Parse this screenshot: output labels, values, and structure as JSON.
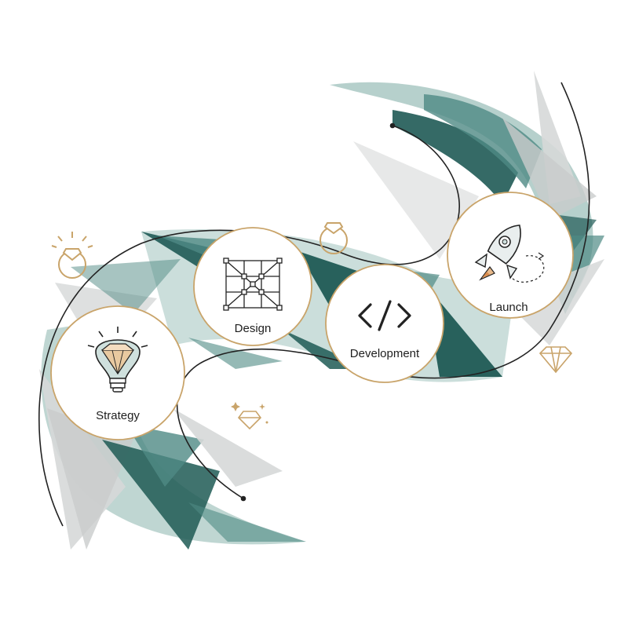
{
  "stages": [
    {
      "id": "strategy",
      "label": "Strategy",
      "icon": "lightbulb-diamond-icon"
    },
    {
      "id": "design",
      "label": "Design",
      "icon": "wireframe-grid-icon"
    },
    {
      "id": "development",
      "label": "Development",
      "icon": "code-brackets-icon"
    },
    {
      "id": "launch",
      "label": "Launch",
      "icon": "rocket-icon"
    }
  ],
  "decorations": [
    "ring-sparkle-icon",
    "ring-icon",
    "diamond-icon",
    "sparkle-diamond-icon"
  ],
  "colors": {
    "teal_dark": "#1f5a55",
    "teal_mid": "#4f8a84",
    "teal_light": "#a9c8c3",
    "gray_light": "#d6d8d8",
    "gold": "#c9a46a",
    "outline": "#222222"
  }
}
